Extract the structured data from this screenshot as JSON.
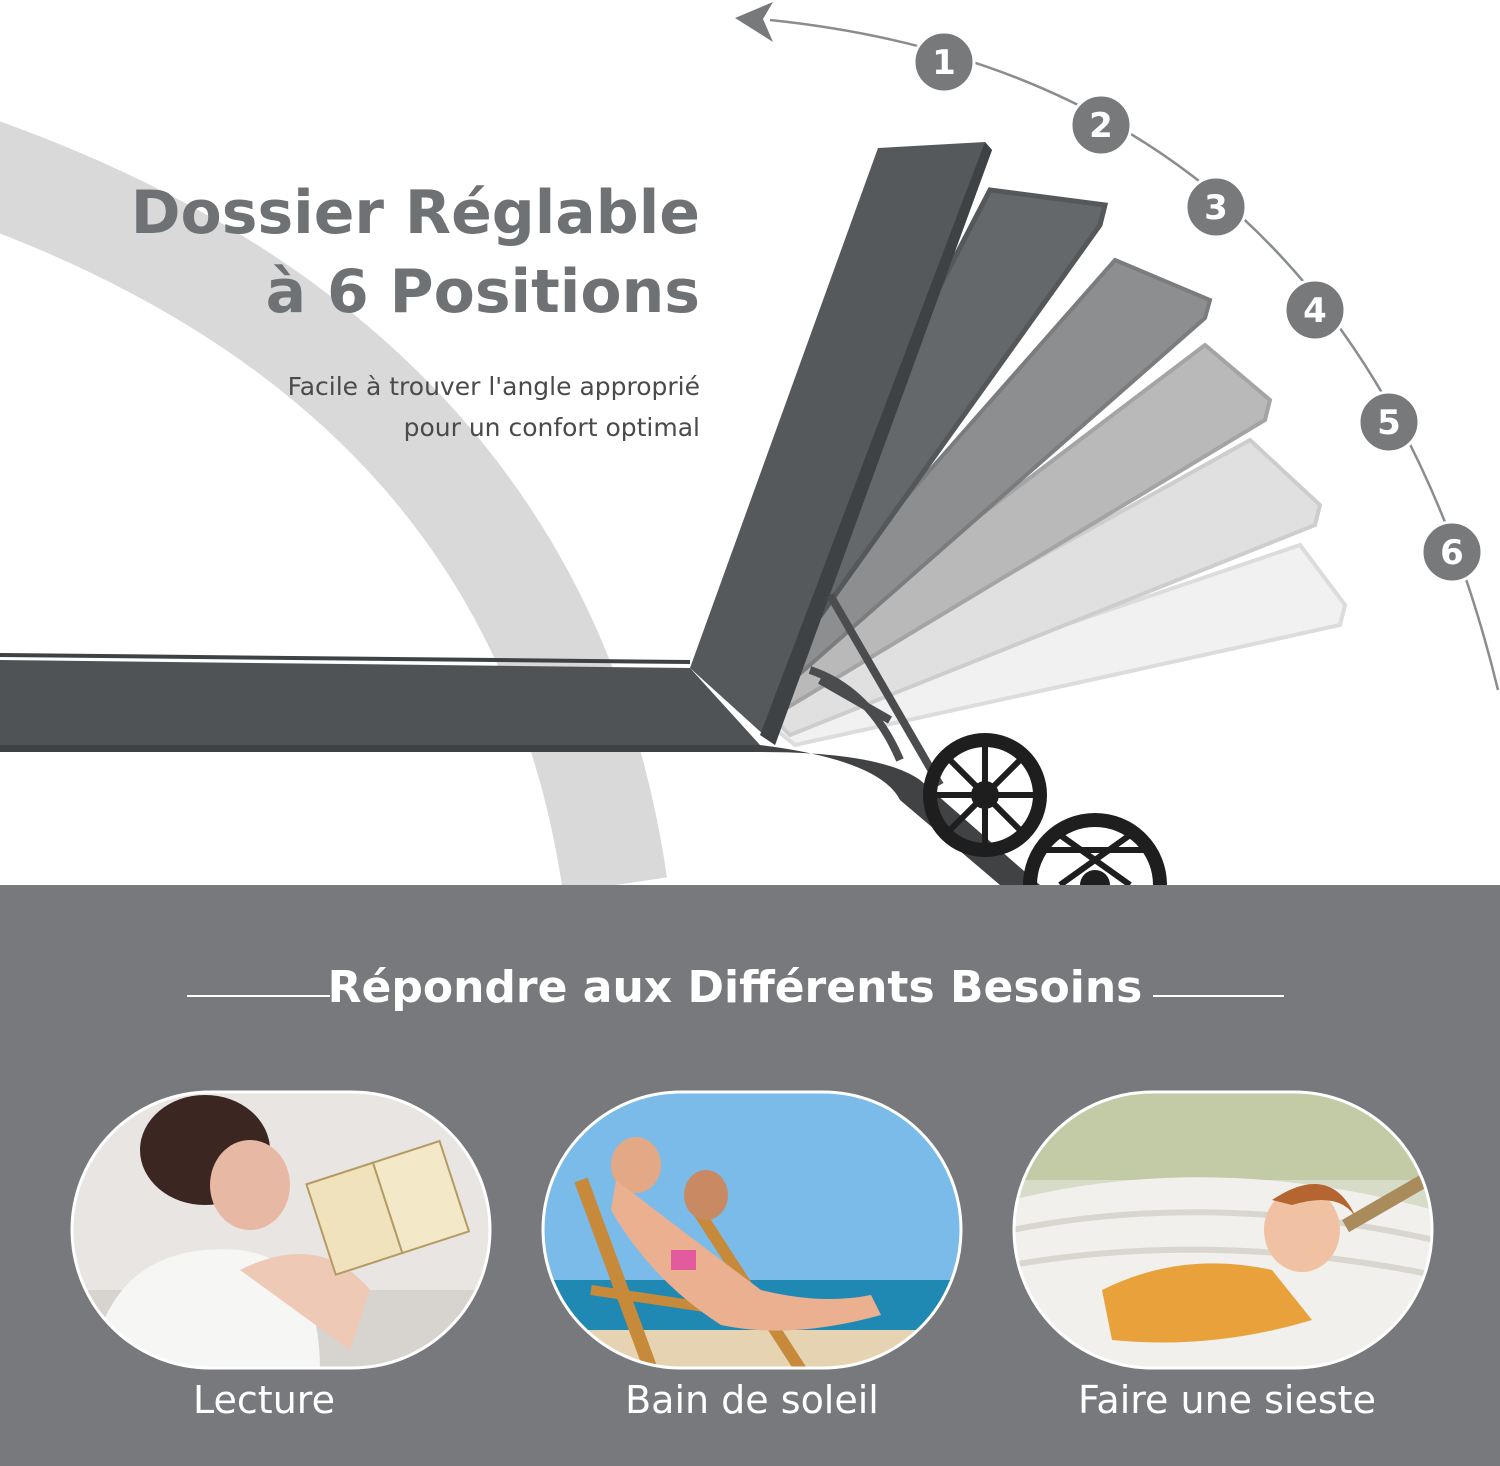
{
  "header": {
    "title_line1": "Dossier Réglable",
    "title_line2": "à 6 Positions",
    "subtitle_line1": "Facile à trouver l'angle approprié",
    "subtitle_line2": "pour un confort optimal"
  },
  "positions": [
    "1",
    "2",
    "3",
    "4",
    "5",
    "6"
  ],
  "section": {
    "title": "Répondre aux Différents Besoins"
  },
  "uses": [
    {
      "caption": "Lecture",
      "icon": "reading-photo"
    },
    {
      "caption": "Bain de soleil",
      "icon": "sunbathing-photo"
    },
    {
      "caption": "Faire une sieste",
      "icon": "napping-photo"
    }
  ],
  "colors": {
    "panel": "#77797d",
    "badge": "#77797b",
    "title": "#6f7275",
    "fabric": "#505355",
    "frame": "#3c3e40",
    "arc": "#d9d9d9"
  }
}
